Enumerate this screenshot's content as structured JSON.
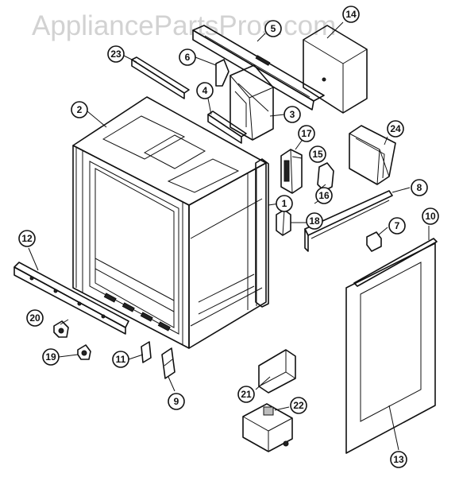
{
  "watermark": "AppliancePartsPros.com",
  "callouts": [
    "14",
    "5",
    "23",
    "6",
    "4",
    "3",
    "2",
    "17",
    "15",
    "24",
    "16",
    "1",
    "8",
    "18",
    "7",
    "10",
    "12",
    "20",
    "19",
    "11",
    "9",
    "21",
    "22",
    "13"
  ]
}
